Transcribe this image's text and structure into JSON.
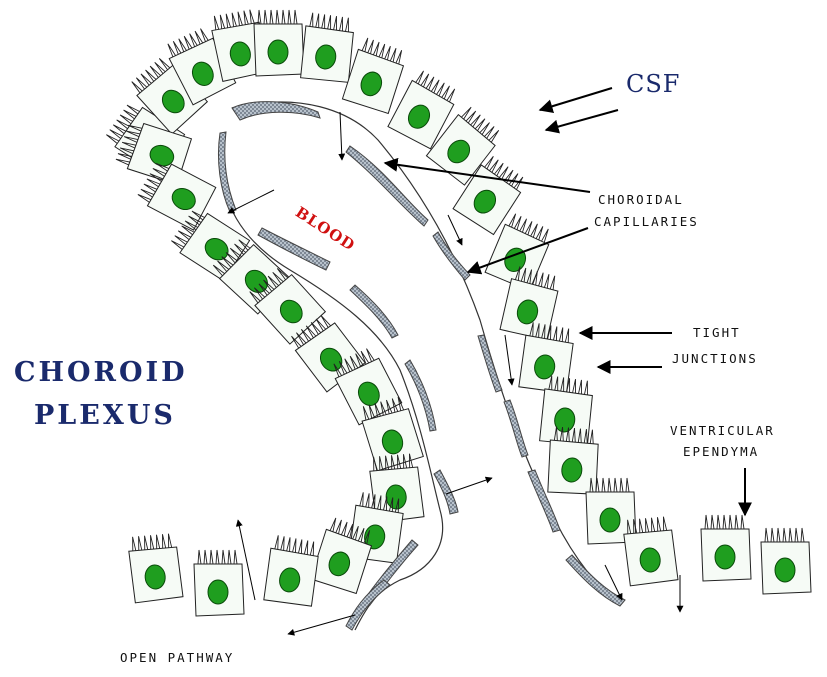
{
  "labels": {
    "title_line1": "CHOROID",
    "title_line2": "PLEXUS",
    "csf": "CSF",
    "blood": "BLOOD",
    "choroidal_line1": "CHOROIDAL",
    "choroidal_line2": "CAPILLARIES",
    "tight_line1": "TIGHT",
    "tight_line2": "JUNCTIONS",
    "ventricular_line1": "VENTRICULAR",
    "ventricular_line2": "EPENDYMA",
    "open_pathway": "OPEN PATHWAY"
  },
  "colors": {
    "nucleus": "#1f9e1f",
    "nucleus_stroke": "#0a4a0a",
    "cell_fill": "#f6fbf6",
    "capillary_fill": "#9aa6b4",
    "title_text": "#1a2a6c",
    "blood_text": "#d01010"
  },
  "icons": [
    "arrow-icon",
    "cell-icon",
    "nucleus-icon",
    "capillary-icon"
  ]
}
